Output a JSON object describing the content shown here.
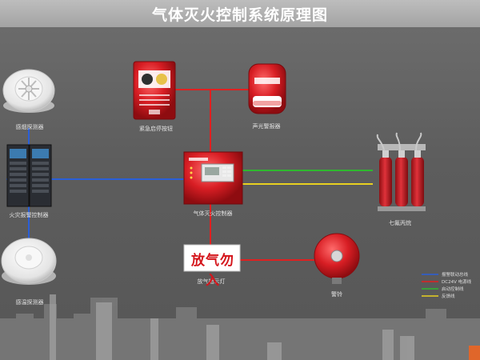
{
  "title": "气体灭火控制系统原理图",
  "devices": {
    "smoke_detector": "感烟探测器",
    "fire_alarm_controller": "火灾报警控制器",
    "heat_detector": "感温探测器",
    "emergency_start_stop_button": "紧急启停按钮",
    "sound_light_alarm": "声光警报器",
    "gas_extinguishing_controller": "气体灭火控制器",
    "extinguishing_agent_cylinders": "七氟丙烷",
    "discharge_indicator_light": "放气指示灯",
    "discharge_sign_text": "放气勿入",
    "alarm_bell": "警铃"
  },
  "legend": [
    {
      "label": "报警联动总线",
      "color": "#2a5fd8"
    },
    {
      "label": "DC24V 电源线",
      "color": "#e02020"
    },
    {
      "label": "启动控制线",
      "color": "#2fb82f"
    },
    {
      "label": "反馈线",
      "color": "#e8d020"
    }
  ],
  "colors": {
    "bus_line": "#2a5fd8",
    "power_line": "#e02020",
    "start_line": "#2fb82f",
    "feedback_line": "#e8d020",
    "device_red": "#c8202a"
  }
}
